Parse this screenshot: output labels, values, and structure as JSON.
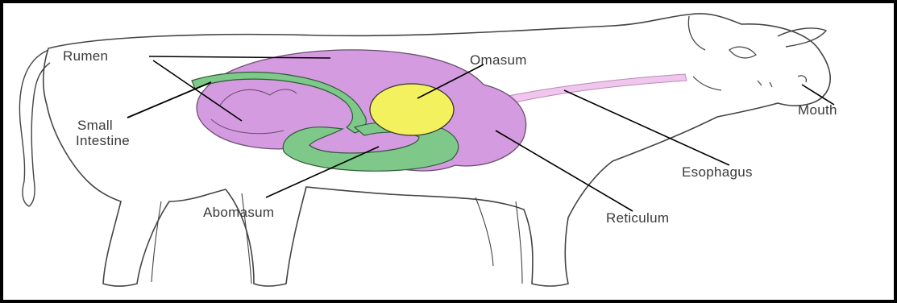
{
  "labels": {
    "rumen": "Rumen",
    "omasum": "Omasum",
    "mouth": "Mouth",
    "small_intestine_line1": "Small",
    "small_intestine_line2": "Intestine",
    "esophagus": "Esophagus",
    "abomasum": "Abomasum",
    "reticulum": "Reticulum"
  },
  "colors": {
    "rumen": "#d49be0",
    "intestine": "#7ec98a",
    "omasum": "#f4f15f",
    "esophagus": "#f1c6ee",
    "outline": "#444444",
    "leader_line": "#000000"
  }
}
